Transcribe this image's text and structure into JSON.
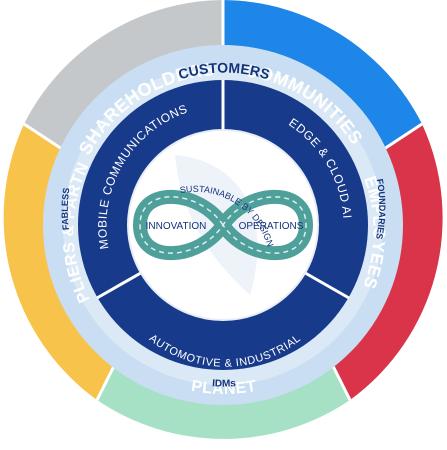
{
  "stakeholders": {
    "shareholders": "SHAREHOLDERS",
    "communities": "COMMUNITIES",
    "suppliers_partners": "SUPPLIERS & PARTNERS",
    "employees": "EMPLOYEES",
    "planet": "PLANET"
  },
  "customer_ring": {
    "customers": "CUSTOMERS",
    "fabless": "FABLESS",
    "foundaries": "FOUNDARIES",
    "idms": "IDMs"
  },
  "markets": {
    "mobile_communications": "MOBILE COMMUNICATIONS",
    "edge_cloud_ai": "EDGE & CLOUD AI",
    "automotive_industrial": "AUTOMOTIVE & INDUSTRIAL"
  },
  "core": {
    "innovation": "INNOVATION",
    "operations": "OPERATIONS",
    "sustainable_by_design": "SUSTAINABLE BY DESIGN"
  },
  "colors": {
    "shareholders": "#c5c8cb",
    "communities": "#1e86e8",
    "suppliers_partners": "#f8c34a",
    "employees": "#d9344a",
    "planet": "#a6e1c6",
    "customer_ring": "#c9def2",
    "markets": "#173a8a",
    "core": "#ffffff",
    "infinity": "#4f9f9b"
  }
}
